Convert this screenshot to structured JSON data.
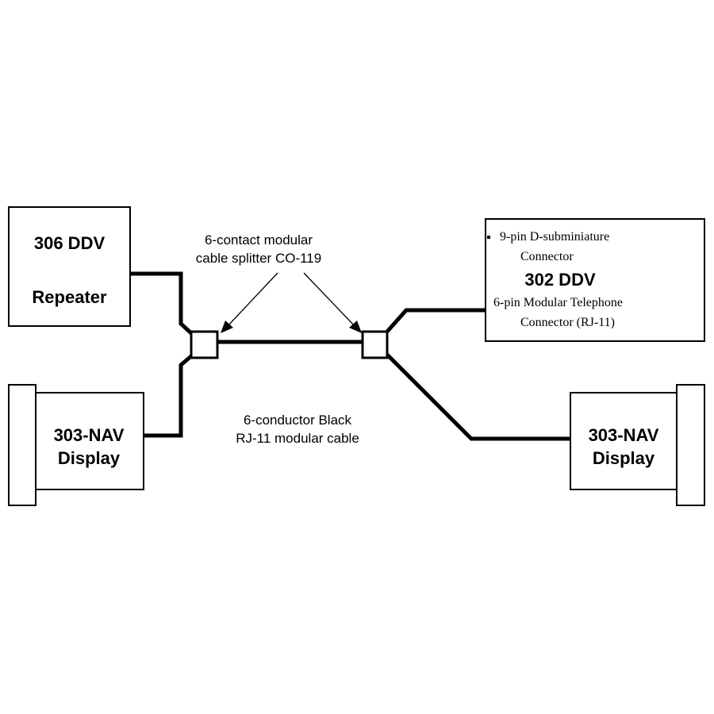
{
  "repeater": {
    "line1": "306 DDV",
    "line2": "Repeater"
  },
  "left_display": {
    "line1": "303-NAV",
    "line2": "Display"
  },
  "right_display": {
    "line1": "303-NAV",
    "line2": "Display"
  },
  "ddv302": {
    "title": "302 DDV",
    "dsub_line1": "9-pin D-subminiature",
    "dsub_line2": "Connector",
    "rj_line1": "6-pin Modular Telephone",
    "rj_line2": "Connector (RJ-11)"
  },
  "splitter_label": {
    "line1": "6-contact modular",
    "line2": "cable splitter CO-119"
  },
  "cable_label": {
    "line1": "6-conductor Black",
    "line2": "RJ-11 modular cable"
  }
}
